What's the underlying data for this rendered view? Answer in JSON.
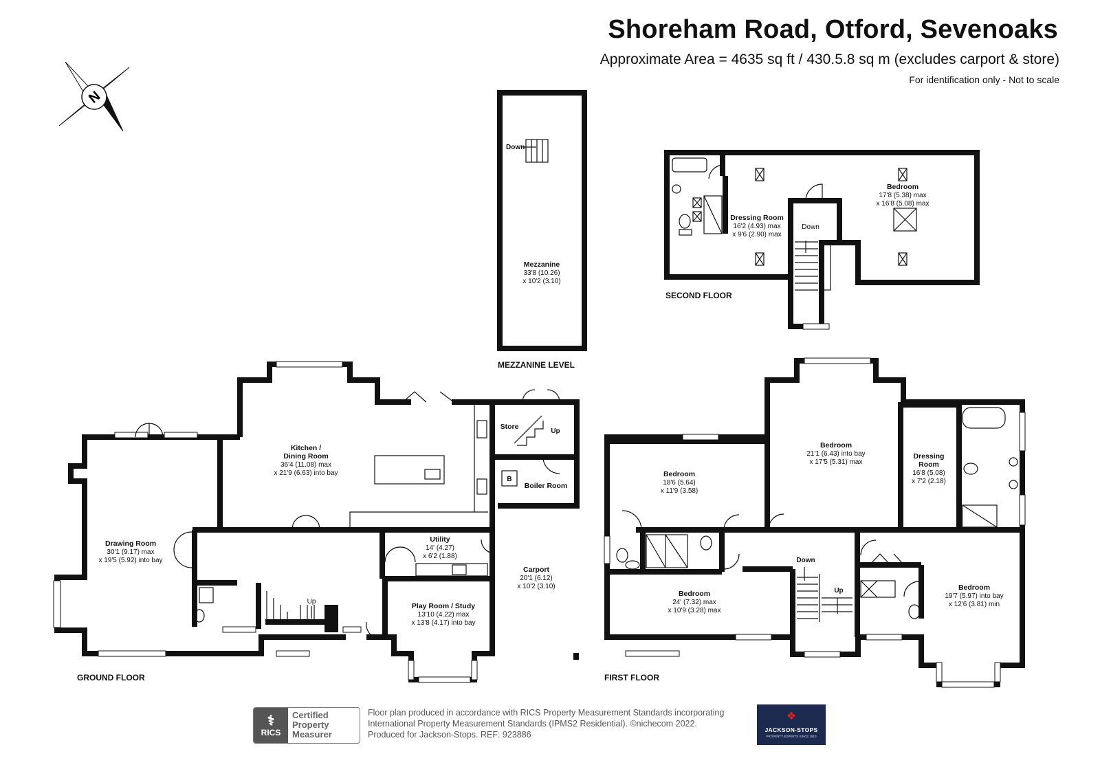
{
  "header": {
    "title": "Shoreham Road, Otford, Sevenoaks",
    "area": "Approximate Area = 4635 sq ft / 430.5.8 sq m (excludes carport & store)",
    "note": "For identification only - Not to scale"
  },
  "compass": {
    "letter": "N"
  },
  "floors": {
    "ground": "GROUND FLOOR",
    "first": "FIRST FLOOR",
    "second": "SECOND FLOOR",
    "mezzanine": "MEZZANINE LEVEL"
  },
  "rooms": {
    "drawing": {
      "name": "Drawing Room",
      "dim1": "30'1 (9.17) max",
      "dim2": "x 19'5 (5.92) into bay"
    },
    "kitchen": {
      "name1": "Kitchen /",
      "name2": "Dining Room",
      "dim1": "36'4 (11.08) max",
      "dim2": "x 21'9 (6.63) into bay"
    },
    "utility": {
      "name": "Utility",
      "dim1": "14' (4.27)",
      "dim2": "x 6'2 (1.88)"
    },
    "playroom": {
      "name": "Play Room / Study",
      "dim1": "13'10 (4.22) max",
      "dim2": "x 13'8 (4.17) into bay"
    },
    "carport": {
      "name": "Carport",
      "dim1": "20'1 (6.12)",
      "dim2": "x 10'2 (3.10)"
    },
    "store": {
      "name": "Store"
    },
    "boiler": {
      "name": "Boiler Room",
      "badge": "B"
    },
    "mezzanine": {
      "name": "Mezzanine",
      "dim1": "33'8 (10.26)",
      "dim2": "x 10'2 (3.10)"
    },
    "ff_bed1": {
      "name": "Bedroom",
      "dim1": "18'6 (5.64)",
      "dim2": "x 11'9 (3.58)"
    },
    "ff_bed2": {
      "name": "Bedroom",
      "dim1": "21'1 (6.43) into bay",
      "dim2": "x 17'5 (5.31) max"
    },
    "ff_dress": {
      "name1": "Dressing",
      "name2": "Room",
      "dim1": "16'8 (5.08)",
      "dim2": "x 7'2 (2.18)"
    },
    "ff_bed3": {
      "name": "Bedroom",
      "dim1": "24' (7.32) max",
      "dim2": "x 10'9 (3.28) max"
    },
    "ff_bed4": {
      "name": "Bedroom",
      "dim1": "19'7 (5.97) into bay",
      "dim2": "x 12'6 (3.81) min"
    },
    "sf_dress": {
      "name": "Dressing Room",
      "dim1": "16'2 (4.93) max",
      "dim2": "x 9'6 (2.90) max"
    },
    "sf_bed": {
      "name": "Bedroom",
      "dim1": "17'8 (5.38) max",
      "dim2": "x 16'8 (5.08) max"
    }
  },
  "stairs": {
    "up": "Up",
    "down": "Down"
  },
  "footer": {
    "line1": "Floor plan produced in accordance with RICS Property Measurement Standards incorporating",
    "line2": "International Property Measurement Standards (IPMS2 Residential).  ©nichecom 2022.",
    "line3": "Produced for Jackson-Stops.   REF:  923886",
    "rics_logo": "RICS",
    "rics_cert1": "Certified",
    "rics_cert2": "Property",
    "rics_cert3": "Measurer",
    "agent_name": "JACKSON-STOPS",
    "agent_tag": "PROPERTY EXPERTS SINCE 1910"
  }
}
